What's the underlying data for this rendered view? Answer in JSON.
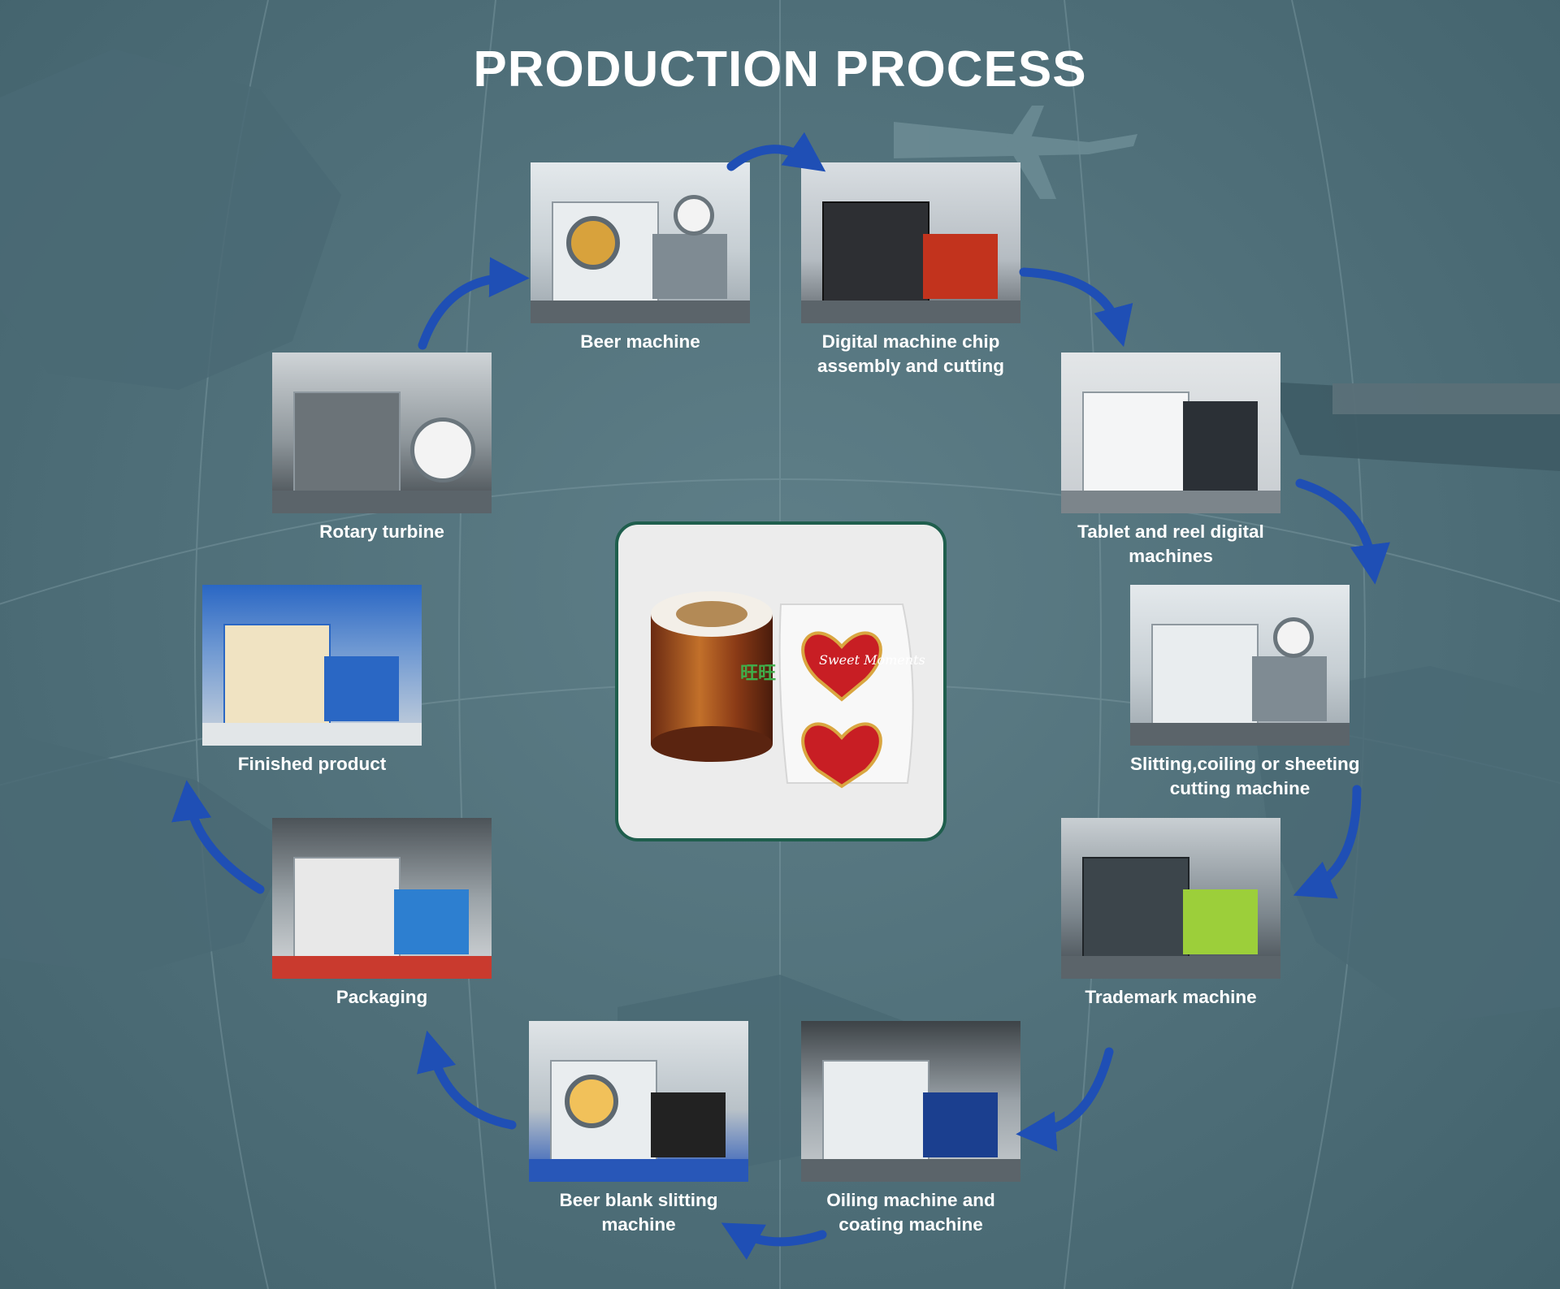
{
  "title": "PRODUCTION PROCESS",
  "steps": [
    {
      "label": "Beer machine"
    },
    {
      "label": "Digital machine chip\nassembly and cutting"
    },
    {
      "label": "Tablet and reel digital\nmachines"
    },
    {
      "label": "Slitting,coiling or sheeting\ncutting machine"
    },
    {
      "label": "Trademark machine"
    },
    {
      "label": "Oiling machine and\ncoating machine"
    },
    {
      "label": "Beer blank slitting\nmachine"
    },
    {
      "label": "Packaging"
    },
    {
      "label": "Finished product"
    },
    {
      "label": "Rotary turbine"
    }
  ],
  "center_product": {
    "roll1_text": "旺旺",
    "roll2_text": "Sweet Moments"
  },
  "colors": {
    "background": "#53737d",
    "arrow": "#1f4fb5",
    "center_border": "#1f5e4d",
    "text": "#ffffff"
  }
}
